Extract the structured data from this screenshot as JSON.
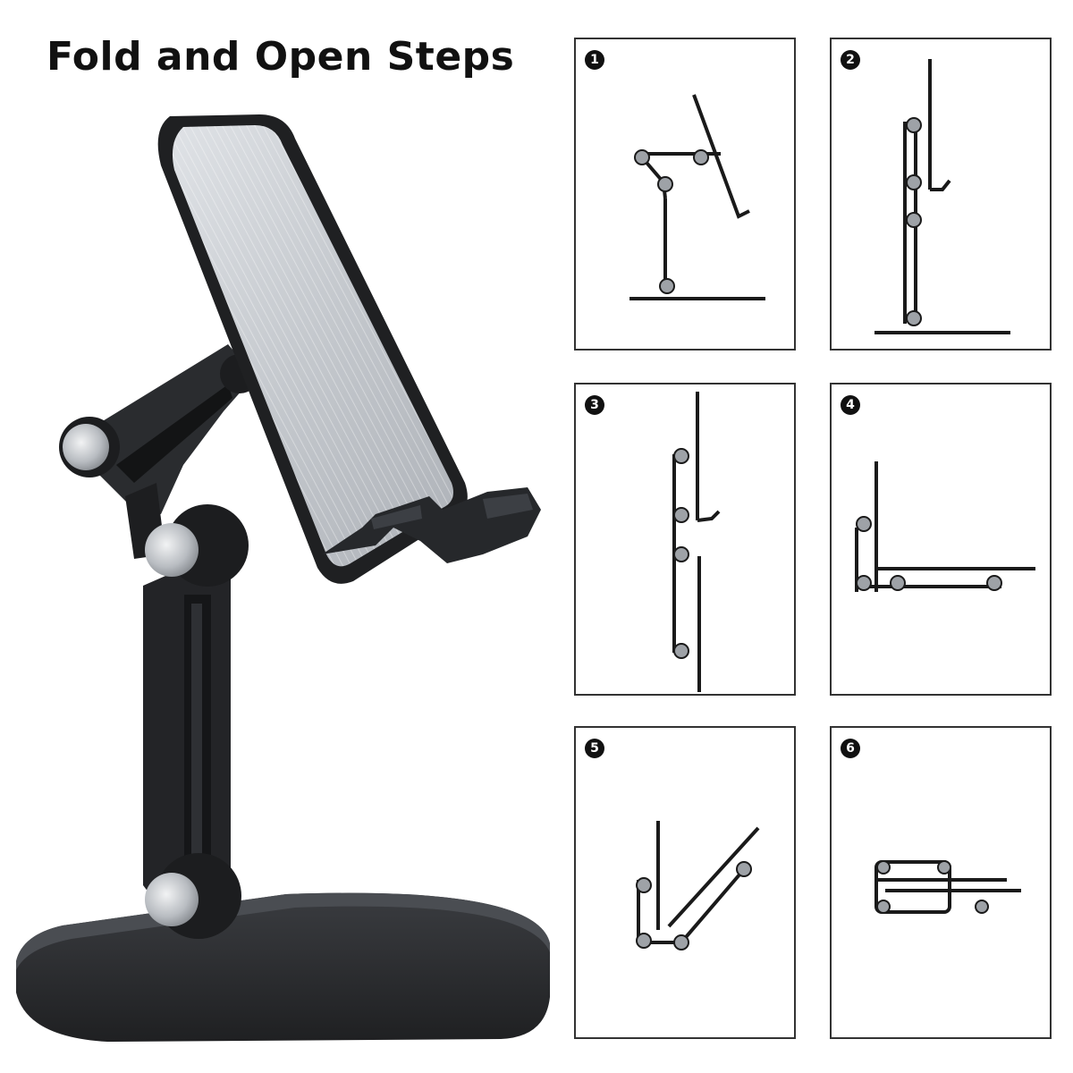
{
  "title": "Fold and Open Steps",
  "steps": [
    {
      "number": "1"
    },
    {
      "number": "2"
    },
    {
      "number": "3"
    },
    {
      "number": "4"
    },
    {
      "number": "5"
    },
    {
      "number": "6"
    }
  ],
  "colors": {
    "stand_body": "#2b2d30",
    "stand_dark": "#1c1d1f",
    "pad_surface": "#c9cdd2",
    "knob": "#bfc3c7",
    "line": "#1a1a1a",
    "panel_border": "#333333"
  }
}
